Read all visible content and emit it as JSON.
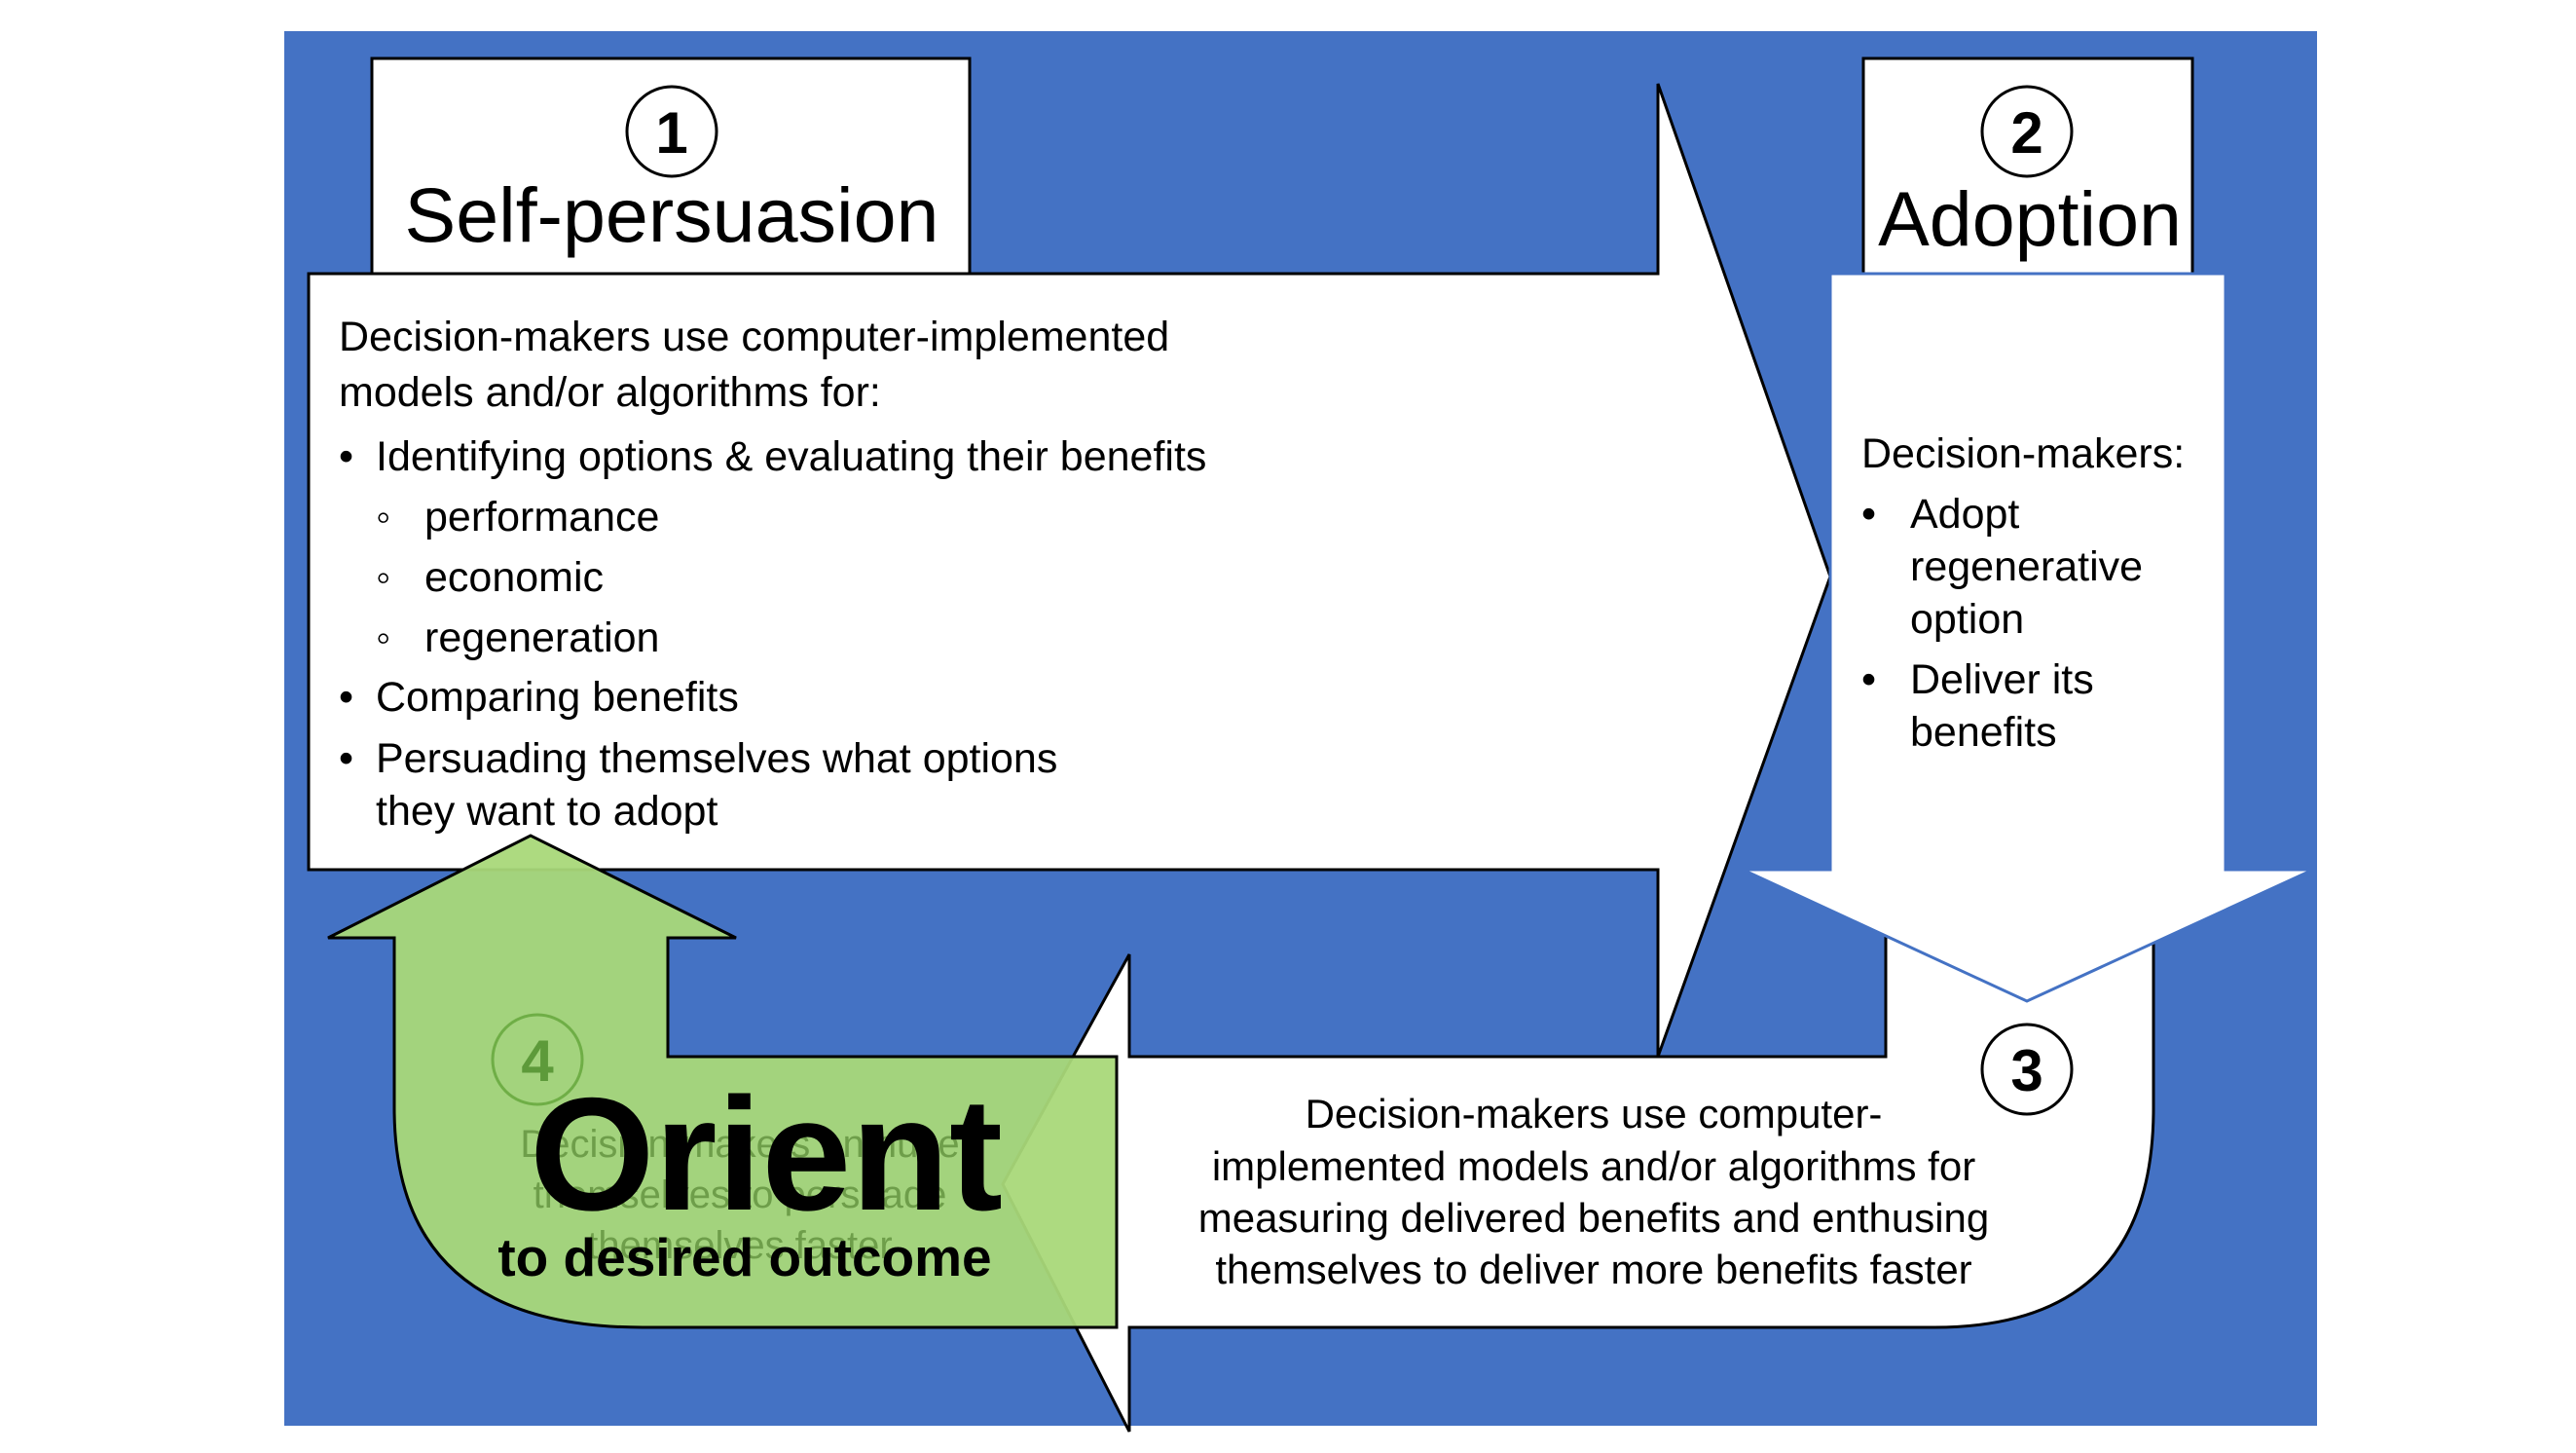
{
  "colors": {
    "background": "#4472c4",
    "box": "#ffffff",
    "outline": "#000000",
    "orient_arrow": "#a9d879",
    "ghost_text": "#6e9e4a"
  },
  "step1": {
    "number": "1",
    "title": "Self-persuasion",
    "intro_line1": "Decision-makers use computer-implemented",
    "intro_line2": "models and/or algorithms for:",
    "bullets": [
      "Identifying options & evaluating their benefits",
      "Comparing benefits",
      "Persuading themselves what options",
      "they want to adopt"
    ],
    "sub_bullets": [
      "performance",
      "economic",
      "regeneration"
    ],
    "bullet_symbol": "•",
    "sub_bullet_symbol": "◦"
  },
  "step2": {
    "number": "2",
    "title": "Adoption",
    "intro": "Decision-makers:",
    "bullet_symbol": "•",
    "bullet1_lines": [
      "Adopt",
      "regenerative",
      "option"
    ],
    "bullet2_lines": [
      "Deliver its",
      "benefits"
    ]
  },
  "step3": {
    "number": "3",
    "lines": [
      "Decision-makers use computer-",
      "implemented models and/or algorithms for",
      "measuring delivered benefits and enthusing",
      "themselves to deliver more benefits faster"
    ]
  },
  "step4": {
    "number": "4",
    "hidden_lines": [
      "Decision-makers enthuse",
      "themselves to persuade",
      "themselves faster"
    ],
    "title": "Orient",
    "subtitle": "to desired outcome"
  }
}
